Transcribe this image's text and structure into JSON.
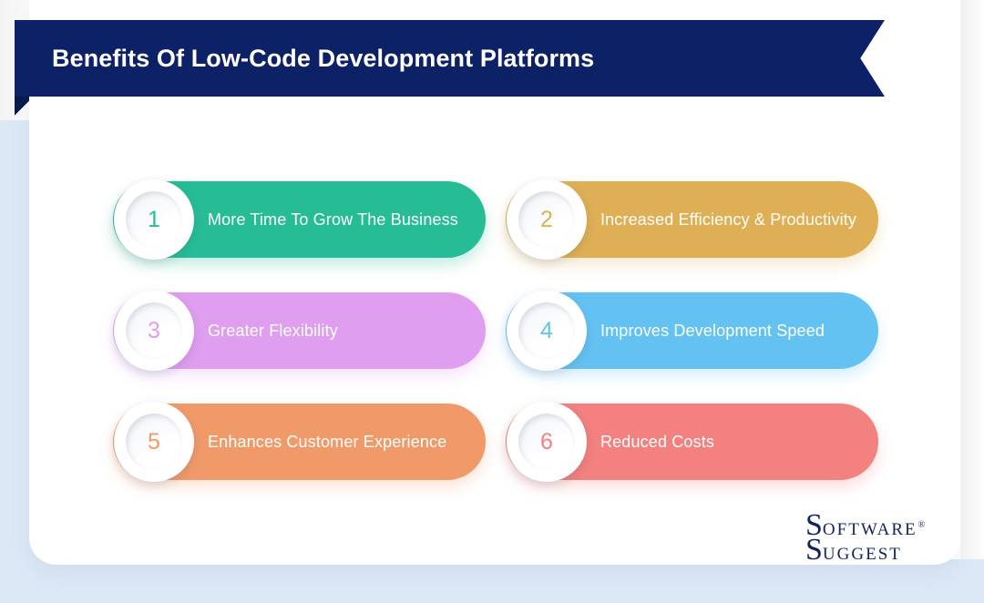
{
  "header": {
    "title": "Benefits Of Low-Code Development Platforms",
    "ribbon_color": "#0d2266",
    "ribbon_tail_color": "#081a4b"
  },
  "theme": {
    "page_background": "#dce8f6",
    "card_background": "#ffffff"
  },
  "benefits": [
    {
      "number": "1",
      "label": "More Time To Grow The Business",
      "color": "#26bd96"
    },
    {
      "number": "2",
      "label": "Increased Efficiency & Productivity",
      "color": "#dfaf55"
    },
    {
      "number": "3",
      "label": "Greater Flexibility",
      "color": "#df9ef0"
    },
    {
      "number": "4",
      "label": "Improves Development Speed",
      "color": "#64c2f2"
    },
    {
      "number": "5",
      "label": "Enhances Customer Experience",
      "color": "#f09a6a"
    },
    {
      "number": "6",
      "label": "Reduced Costs",
      "color": "#f2817f"
    }
  ],
  "logo": {
    "line1_cap": "S",
    "line1_rest": "OFTWARE",
    "registered": "®",
    "line2_cap": "S",
    "line2_rest": "UGGEST",
    "color": "#12245c"
  }
}
